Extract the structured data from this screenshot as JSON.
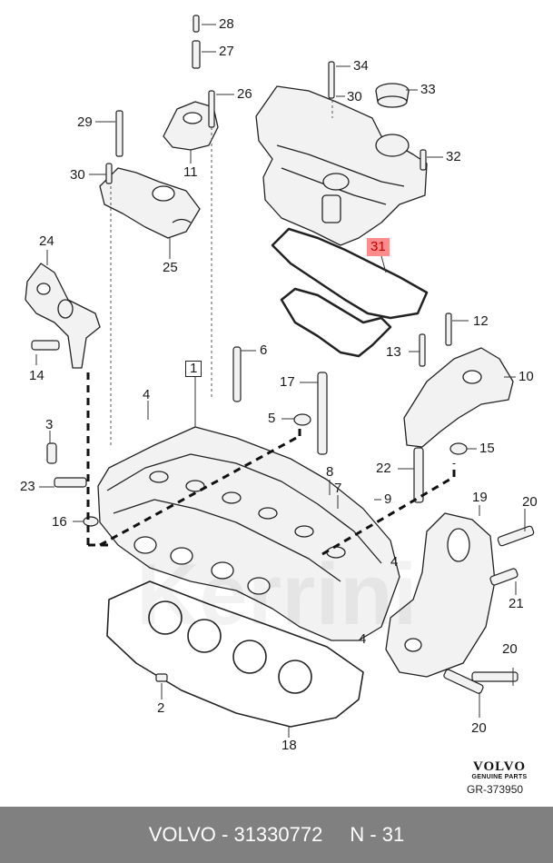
{
  "callouts": [
    {
      "id": "28",
      "label": "28"
    },
    {
      "id": "27",
      "label": "27"
    },
    {
      "id": "34",
      "label": "34"
    },
    {
      "id": "33",
      "label": "33"
    },
    {
      "id": "26",
      "label": "26"
    },
    {
      "id": "30a",
      "label": "30"
    },
    {
      "id": "29",
      "label": "29"
    },
    {
      "id": "32",
      "label": "32"
    },
    {
      "id": "11",
      "label": "11"
    },
    {
      "id": "30b",
      "label": "30"
    },
    {
      "id": "25",
      "label": "25"
    },
    {
      "id": "24",
      "label": "24"
    },
    {
      "id": "31",
      "label": "31"
    },
    {
      "id": "12",
      "label": "12"
    },
    {
      "id": "13",
      "label": "13"
    },
    {
      "id": "14",
      "label": "14"
    },
    {
      "id": "1",
      "label": "1"
    },
    {
      "id": "6",
      "label": "6"
    },
    {
      "id": "10",
      "label": "10"
    },
    {
      "id": "17",
      "label": "17"
    },
    {
      "id": "4a",
      "label": "4"
    },
    {
      "id": "5",
      "label": "5"
    },
    {
      "id": "3",
      "label": "3"
    },
    {
      "id": "15",
      "label": "15"
    },
    {
      "id": "22",
      "label": "22"
    },
    {
      "id": "8",
      "label": "8"
    },
    {
      "id": "7",
      "label": "7"
    },
    {
      "id": "9",
      "label": "9"
    },
    {
      "id": "23",
      "label": "23"
    },
    {
      "id": "19",
      "label": "19"
    },
    {
      "id": "20a",
      "label": "20"
    },
    {
      "id": "16",
      "label": "16"
    },
    {
      "id": "4b",
      "label": "4"
    },
    {
      "id": "21",
      "label": "21"
    },
    {
      "id": "4c",
      "label": "4"
    },
    {
      "id": "20b",
      "label": "20"
    },
    {
      "id": "2",
      "label": "2"
    },
    {
      "id": "20c",
      "label": "20"
    },
    {
      "id": "18",
      "label": "18"
    }
  ],
  "brand": {
    "logo": "VOLVO",
    "subtitle": "GENUINE PARTS",
    "ref": "GR-373950"
  },
  "footer": {
    "brand": "VOLVO - 31330772",
    "position": "N - 31"
  },
  "watermark": "Kerrini",
  "colors": {
    "highlight": "#ff8c8c",
    "footer_bg": "#808080"
  }
}
